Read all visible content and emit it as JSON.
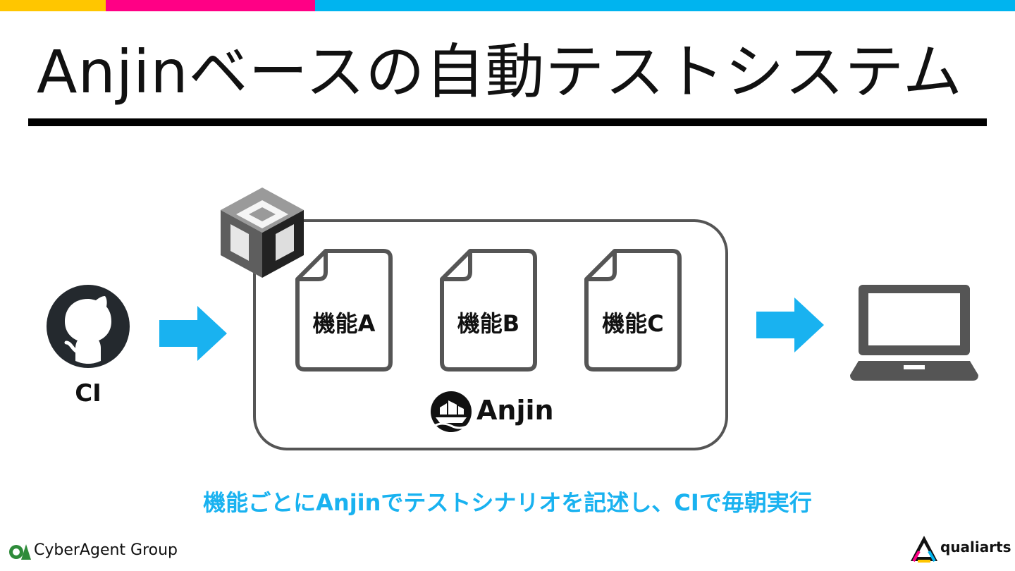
{
  "header": {
    "title": "Anjinベースの自動テストシステム",
    "top_bar_colors": [
      "#ffc600",
      "#ff0085",
      "#00b4ef"
    ]
  },
  "diagram": {
    "ci_label": "CI",
    "features": [
      "機能A",
      "機能B",
      "機能C"
    ],
    "framework_label": "Anjin",
    "icons": [
      "github-icon",
      "unity-icon",
      "anjin-ship-icon",
      "laptop-icon",
      "arrow-right-icon"
    ],
    "arrow_color": "#19b2f0"
  },
  "caption": "機能ごとにAnjinでテストシナリオを記述し、CIで毎朝実行",
  "footer": {
    "left_brand": "CyberAgent Group",
    "right_brand": "qualiarts"
  }
}
